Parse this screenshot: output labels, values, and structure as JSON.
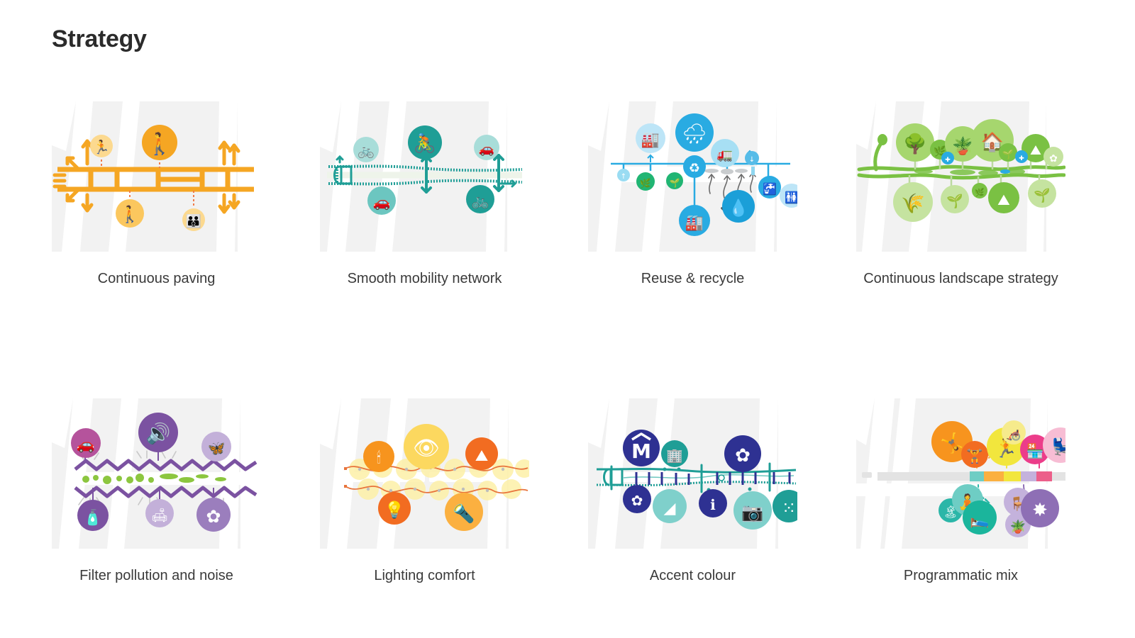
{
  "page": {
    "title": "Strategy",
    "background": "#ffffff",
    "title_color": "#2b2b2b",
    "caption_color": "#3a3a3a",
    "panel_background": "#f2f2f2",
    "road_color": "#ffffff"
  },
  "panels": [
    {
      "id": "continuous-paving",
      "caption": "Continuous paving",
      "theme": "orange",
      "colors": {
        "primary": "#f5a623",
        "secondary": "#fbc75e",
        "tertiary": "#fcd98f",
        "connector": "#f07c4a"
      },
      "icons": [
        {
          "name": "pedestrian-walking-icon",
          "glyph": "🚶",
          "size": "large",
          "tone": "primary"
        },
        {
          "name": "pedestrian-running-icon",
          "glyph": "🏃",
          "size": "small",
          "tone": "tertiary"
        },
        {
          "name": "pedestrian-cane-icon",
          "glyph": "🦯",
          "size": "medium",
          "tone": "secondary"
        },
        {
          "name": "pedestrian-family-icon",
          "glyph": "👪",
          "size": "small",
          "tone": "tertiary"
        }
      ]
    },
    {
      "id": "smooth-mobility-network",
      "caption": "Smooth mobility network",
      "theme": "teal",
      "colors": {
        "primary": "#1f9e96",
        "secondary": "#6cc6c0",
        "tertiary": "#a8ddd9",
        "connector": "#1f9e96"
      },
      "icons": [
        {
          "name": "cyclist-icon",
          "glyph": "🚴",
          "size": "large",
          "tone": "primary"
        },
        {
          "name": "bike-shelter-icon",
          "glyph": "🚲",
          "size": "medium",
          "tone": "tertiary"
        },
        {
          "name": "no-car-icon",
          "glyph": "🚗",
          "size": "medium",
          "tone": "tertiary"
        },
        {
          "name": "car-restricted-icon",
          "glyph": "🚘",
          "size": "medium",
          "tone": "secondary"
        },
        {
          "name": "bike-parking-icon",
          "glyph": "🚲",
          "size": "medium",
          "tone": "primary"
        }
      ]
    },
    {
      "id": "reuse-recycle",
      "caption": "Reuse & recycle",
      "theme": "blue",
      "colors": {
        "primary": "#29abe2",
        "secondary": "#7fd0ee",
        "tertiary": "#bde5f7",
        "connector": "#29abe2",
        "accent_green": "#21b573"
      },
      "icons": [
        {
          "name": "rain-cloud-icon",
          "glyph": "🌧",
          "size": "large",
          "tone": "primary"
        },
        {
          "name": "factory-icon",
          "glyph": "🏭",
          "size": "medium",
          "tone": "tertiary"
        },
        {
          "name": "recycle-icon",
          "glyph": "♻",
          "size": "medium",
          "tone": "primary"
        },
        {
          "name": "water-drop-recycle-icon",
          "glyph": "💧",
          "size": "medium",
          "tone": "primary"
        },
        {
          "name": "waste-truck-icon",
          "glyph": "🚛",
          "size": "medium",
          "tone": "tertiary"
        },
        {
          "name": "industry-chart-icon",
          "glyph": "📊",
          "size": "medium",
          "tone": "primary"
        },
        {
          "name": "tap-water-icon",
          "glyph": "🚰",
          "size": "medium",
          "tone": "primary"
        },
        {
          "name": "restroom-icon",
          "glyph": "🚻",
          "size": "medium",
          "tone": "tertiary"
        },
        {
          "name": "plant-sprout-icon",
          "glyph": "🌱",
          "size": "small",
          "tone": "accent_green"
        },
        {
          "name": "grass-icon",
          "glyph": "🌿",
          "size": "small",
          "tone": "accent_green"
        },
        {
          "name": "download-arrow-icon",
          "glyph": "↓",
          "size": "xsmall",
          "tone": "secondary"
        }
      ]
    },
    {
      "id": "continuous-landscape-strategy",
      "caption": "Continuous landscape strategy",
      "theme": "green",
      "colors": {
        "primary": "#7ac143",
        "secondary": "#a6d66e",
        "tertiary": "#c5e3a0",
        "connector": "#9acb69",
        "accent_blue": "#29abe2"
      },
      "icons": [
        {
          "name": "tree-icon",
          "glyph": "🌳",
          "size": "large",
          "tone": "secondary"
        },
        {
          "name": "leaf-icon",
          "glyph": "🍃",
          "size": "small",
          "tone": "primary"
        },
        {
          "name": "potted-plant-icon",
          "glyph": "🪴",
          "size": "medium",
          "tone": "secondary"
        },
        {
          "name": "green-roof-icon",
          "glyph": "🏡",
          "size": "large",
          "tone": "secondary"
        },
        {
          "name": "grass-tuft-icon",
          "glyph": "🌾",
          "size": "large",
          "tone": "tertiary"
        },
        {
          "name": "seedling-icon",
          "glyph": "🌱",
          "size": "medium",
          "tone": "tertiary"
        },
        {
          "name": "hill-icon",
          "glyph": "⛰",
          "size": "medium",
          "tone": "primary"
        },
        {
          "name": "flower-icon",
          "glyph": "✿",
          "size": "small",
          "tone": "tertiary"
        },
        {
          "name": "water-drop-icon",
          "glyph": "💧",
          "size": "xsmall",
          "tone": "accent_blue"
        }
      ]
    },
    {
      "id": "filter-pollution-and-noise",
      "caption": "Filter pollution and noise",
      "theme": "purple",
      "colors": {
        "primary": "#7b52a1",
        "secondary": "#9b7ebd",
        "tertiary": "#c3b0d9",
        "connector": "#7b52a1",
        "accent_green": "#8cc63f",
        "magenta": "#b5539c"
      },
      "icons": [
        {
          "name": "noise-speaker-muted-icon",
          "glyph": "🔊",
          "size": "large",
          "tone": "primary"
        },
        {
          "name": "no-car-icon",
          "glyph": "🚗",
          "size": "medium",
          "tone": "magenta"
        },
        {
          "name": "butterfly-icon",
          "glyph": "🦋",
          "size": "medium",
          "tone": "tertiary"
        },
        {
          "name": "air-quality-bottle-icon",
          "glyph": "🧴",
          "size": "medium",
          "tone": "primary"
        },
        {
          "name": "bench-rest-icon",
          "glyph": "🛋",
          "size": "medium",
          "tone": "tertiary"
        },
        {
          "name": "pollen-flower-icon",
          "glyph": "✿",
          "size": "medium",
          "tone": "secondary"
        }
      ]
    },
    {
      "id": "lighting-comfort",
      "caption": "Lighting comfort",
      "theme": "amber",
      "colors": {
        "primary": "#f7941e",
        "secondary": "#fbb040",
        "tertiary": "#fcd85f",
        "glow": "#fdf0a8",
        "connector": "#e8743c"
      },
      "icons": [
        {
          "name": "eye-visibility-icon",
          "glyph": "👁",
          "size": "large",
          "tone": "tertiary"
        },
        {
          "name": "bollard-lights-icon",
          "glyph": "🕯",
          "size": "medium",
          "tone": "primary"
        },
        {
          "name": "street-lamp-icon",
          "glyph": "💡",
          "size": "medium",
          "tone": "primary"
        },
        {
          "name": "light-bulb-icon",
          "glyph": "💡",
          "size": "medium",
          "tone": "primary"
        },
        {
          "name": "flashlight-icon",
          "glyph": "🔦",
          "size": "medium",
          "tone": "secondary"
        }
      ]
    },
    {
      "id": "accent-colour",
      "caption": "Accent colour",
      "theme": "navy-teal",
      "colors": {
        "primary": "#2e3192",
        "secondary": "#1f9e96",
        "tertiary": "#7fd0cb",
        "connector": "#1f9e96",
        "navy": "#3b4ba0"
      },
      "icons": [
        {
          "name": "metro-m-icon",
          "glyph": "M",
          "size": "large",
          "tone": "primary"
        },
        {
          "name": "building-icon",
          "glyph": "🏢",
          "size": "medium",
          "tone": "secondary"
        },
        {
          "name": "flower-accent-icon",
          "glyph": "✿",
          "size": "medium",
          "tone": "primary"
        },
        {
          "name": "flower-small-icon",
          "glyph": "✿",
          "size": "medium",
          "tone": "primary"
        },
        {
          "name": "paving-sample-icon",
          "glyph": "◢",
          "size": "medium",
          "tone": "tertiary"
        },
        {
          "name": "information-icon",
          "glyph": "ℹ",
          "size": "medium",
          "tone": "primary"
        },
        {
          "name": "camera-icon",
          "glyph": "📷",
          "size": "medium",
          "tone": "tertiary"
        },
        {
          "name": "cluster-dots-icon",
          "glyph": "⁙",
          "size": "medium",
          "tone": "secondary"
        }
      ]
    },
    {
      "id": "programmatic-mix",
      "caption": "Programmatic mix",
      "theme": "multicolour",
      "colors": {
        "orange": "#f7941e",
        "yellow": "#f2e63d",
        "pink": "#ec3d8a",
        "pink_light": "#f7bdd4",
        "teal": "#2bb6a8",
        "teal_light": "#6ecdc4",
        "purple": "#8e6fb5",
        "purple_light": "#c4b2dc",
        "yellow_light": "#f6eb8c"
      },
      "strip_segments": [
        "#6ecdc4",
        "#fbb040",
        "#f2e63d",
        "#c4b2dc",
        "#ec5f8a"
      ],
      "icons": [
        {
          "name": "play-celebration-icon",
          "glyph": "🤸",
          "size": "large",
          "tone": "orange"
        },
        {
          "name": "fitness-icon",
          "glyph": "🏋",
          "size": "medium",
          "tone": "orange"
        },
        {
          "name": "running-icon",
          "glyph": "🏃",
          "size": "large",
          "tone": "yellow"
        },
        {
          "name": "relax-icon",
          "glyph": "🪽",
          "size": "medium",
          "tone": "yellow_light"
        },
        {
          "name": "market-stall-icon",
          "glyph": "🏪",
          "size": "medium",
          "tone": "pink"
        },
        {
          "name": "seating-icon",
          "glyph": "💺",
          "size": "large",
          "tone": "pink_light"
        },
        {
          "name": "playground-icon",
          "glyph": "🛝",
          "size": "medium",
          "tone": "teal"
        },
        {
          "name": "meditation-icon",
          "glyph": "🧘",
          "size": "medium",
          "tone": "teal_light"
        },
        {
          "name": "lounger-icon",
          "glyph": "🛌",
          "size": "medium",
          "tone": "teal"
        },
        {
          "name": "terrace-seats-icon",
          "glyph": "🪑",
          "size": "medium",
          "tone": "purple_light"
        },
        {
          "name": "planter-icon",
          "glyph": "🪴",
          "size": "medium",
          "tone": "purple_light"
        },
        {
          "name": "gathering-icon",
          "glyph": "✸",
          "size": "large",
          "tone": "purple"
        }
      ]
    }
  ]
}
